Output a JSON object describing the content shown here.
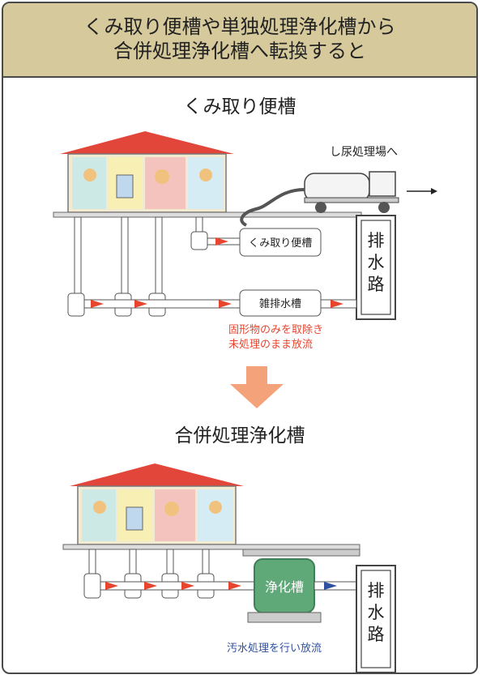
{
  "header": {
    "line1": "くみ取り便槽や単独処理浄化槽から",
    "line2": "合併処理浄化槽へ転換すると"
  },
  "top": {
    "title": "くみ取り便槽",
    "truck_label": "し尿処理場へ",
    "kumitori_box": "くみ取り便槽",
    "zatsu_box": "雑排水槽",
    "drain_chars": [
      "排",
      "水",
      "路"
    ],
    "note_line1": "固形物のみを取除き",
    "note_line2": "未処理のまま放流"
  },
  "bottom": {
    "title": "合併処理浄化槽",
    "tank_label": "浄化槽",
    "drain_chars": [
      "排",
      "水",
      "路"
    ],
    "note": "汚水処理を行い放流"
  },
  "colors": {
    "header_bg": "#d6c99b",
    "roof": "#e2463a",
    "arrow_red": "#e8452f",
    "arrow_blue": "#2f4f9f",
    "transition_arrow": "#f3a27a",
    "tank_green": "#5fa878"
  }
}
